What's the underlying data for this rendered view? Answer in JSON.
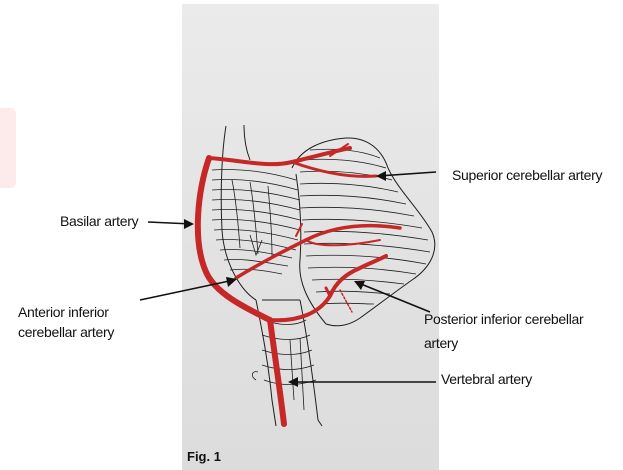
{
  "figure": {
    "fig_label": "Fig. 1",
    "labels": {
      "superior_cerebellar": "Superior cerebellar artery",
      "basilar": "Basilar artery",
      "anterior_inferior_line1": "Anterior inferior",
      "anterior_inferior_line2": "cerebellar artery",
      "posterior_inferior_line1": "Posterior inferior cerebellar",
      "posterior_inferior_line2": "artery",
      "vertebral": "Vertebral artery"
    },
    "colors": {
      "artery": "#c62828",
      "ink": "#1a1a1a",
      "paper": "#e5e5e5"
    }
  }
}
